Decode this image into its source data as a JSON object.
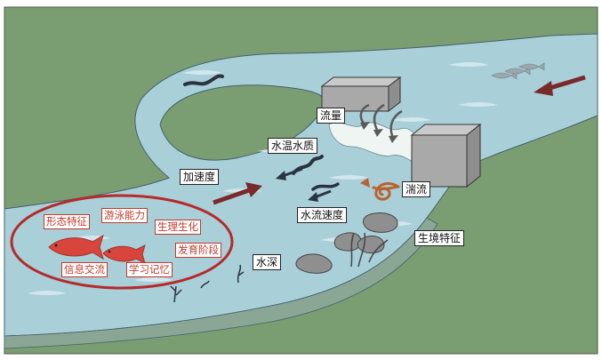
{
  "labels": {
    "flow": "流量",
    "temp_quality": "水温水质",
    "acceleration": "加速度",
    "turbulence": "湍流",
    "flow_velocity": "水流速度",
    "habitat": "生境特征",
    "depth": "水深"
  },
  "fish_traits": {
    "morphology": "形态特征",
    "swimming": "游泳能力",
    "physiology": "生理生化",
    "development": "发育阶段",
    "communication": "信息交流",
    "learning": "学习记忆"
  },
  "colors": {
    "land": "#7a9d72",
    "water": "#a9cfd9",
    "bank_shadow": "#8aa796",
    "arrow_red": "#7a2a2a",
    "fish_red": "#d8453c",
    "trait_red": "#c0392b",
    "dark_ink": "#2b3340",
    "rock": "#8f8f8f"
  }
}
